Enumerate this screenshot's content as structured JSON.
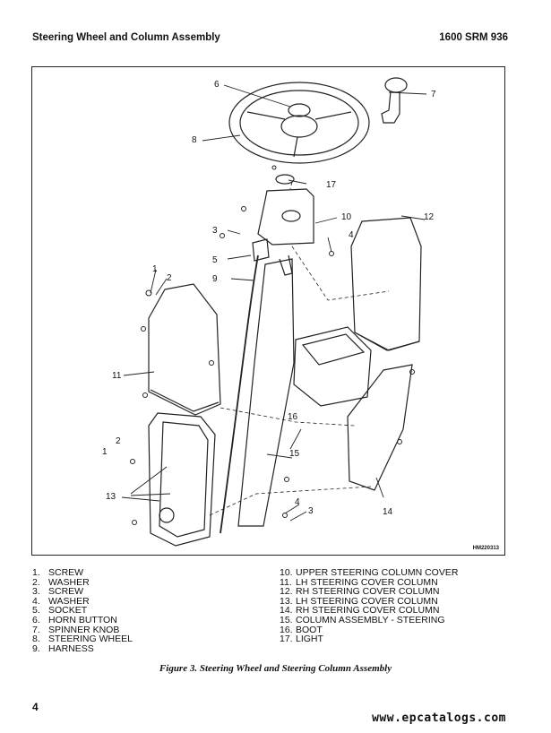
{
  "header": {
    "title": "Steering Wheel and Column Assembly",
    "doc_ref": "1600 SRM 936"
  },
  "figure": {
    "code": "HM220313",
    "callouts": [
      "1",
      "2",
      "3",
      "4",
      "5",
      "6",
      "7",
      "8",
      "9",
      "10",
      "11",
      "12",
      "13",
      "14",
      "15",
      "16",
      "17",
      "1",
      "2",
      "3",
      "4"
    ]
  },
  "legend": {
    "left": [
      {
        "n": "1.",
        "t": "SCREW"
      },
      {
        "n": "2.",
        "t": "WASHER"
      },
      {
        "n": "3.",
        "t": "SCREW"
      },
      {
        "n": "4.",
        "t": "WASHER"
      },
      {
        "n": "5.",
        "t": "SOCKET"
      },
      {
        "n": "6.",
        "t": "HORN BUTTON"
      },
      {
        "n": "7.",
        "t": "SPINNER KNOB"
      },
      {
        "n": "8.",
        "t": "STEERING WHEEL"
      },
      {
        "n": "9.",
        "t": "HARNESS"
      }
    ],
    "right": [
      {
        "n": "10.",
        "t": "UPPER STEERING COLUMN COVER"
      },
      {
        "n": "11.",
        "t": "LH STEERING COVER COLUMN"
      },
      {
        "n": "12.",
        "t": "RH STEERING COVER COLUMN"
      },
      {
        "n": "13.",
        "t": "LH STEERING COVER COLUMN"
      },
      {
        "n": "14.",
        "t": "RH STEERING COVER COLUMN"
      },
      {
        "n": "15.",
        "t": "COLUMN ASSEMBLY - STEERING"
      },
      {
        "n": "16.",
        "t": "BOOT"
      },
      {
        "n": "17.",
        "t": "LIGHT"
      }
    ]
  },
  "caption": "Figure 3. Steering Wheel and Steering Column Assembly",
  "page_number": "4",
  "watermark": "www.epcatalogs.com"
}
